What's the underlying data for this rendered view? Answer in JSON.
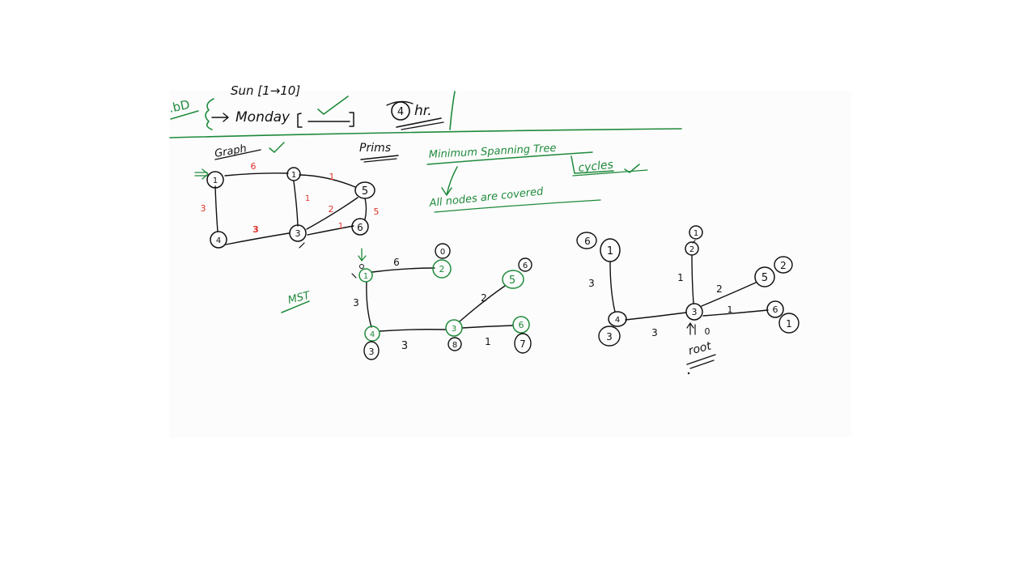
{
  "colors": {
    "ink": "#111111",
    "green": "#1f8a3b",
    "red": "#e0312a",
    "panel": "#fcfcfc"
  },
  "header": {
    "abbr": ".bD",
    "sun_line": "Sun [1→10]",
    "monday": "Monday",
    "hours_number": "4",
    "hours_label": "hr."
  },
  "notes": {
    "graph": "Graph",
    "prims": "Prims",
    "mst_title": "Minimum Spanning Tree",
    "cycles": "cycles",
    "all_nodes": "All nodes are covered",
    "mst": "MST",
    "root": "root"
  },
  "graph1": {
    "nodes": [
      "1",
      "1",
      "5",
      "4",
      "3",
      "6"
    ],
    "weights": [
      "6",
      "1",
      "3",
      "1",
      "2",
      "5",
      "3",
      "1"
    ]
  },
  "tree": {
    "nodes": [
      "1",
      "2",
      "4",
      "3",
      "5",
      "6"
    ],
    "keys": [
      "0",
      "6",
      "3",
      "8",
      "7"
    ],
    "edges": [
      "6",
      "3",
      "3",
      "2",
      "1"
    ]
  },
  "rooted": {
    "nodes": [
      "1",
      "2",
      "1",
      "4",
      "3",
      "5",
      "6"
    ],
    "keys": [
      "6",
      "1",
      "3",
      "2",
      "1"
    ],
    "edges": [
      "1",
      "3",
      "3",
      "2",
      "1"
    ],
    "zero": "0"
  }
}
